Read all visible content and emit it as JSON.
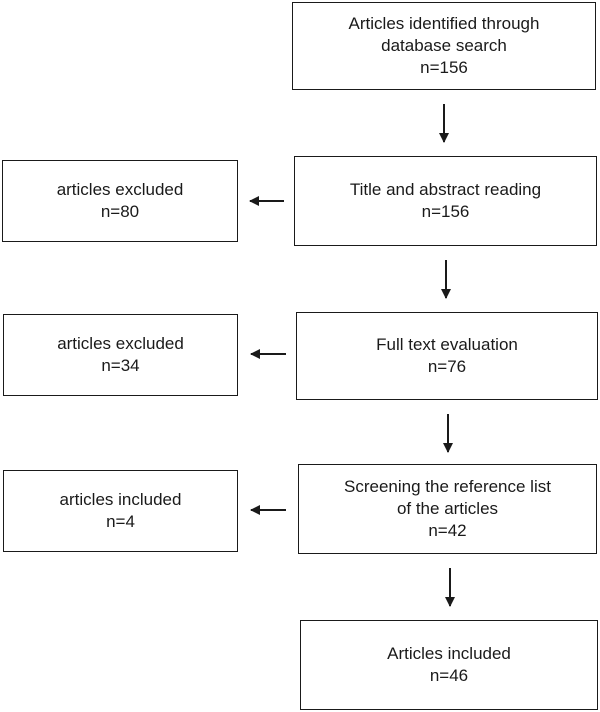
{
  "flow": {
    "main": [
      {
        "title": "Articles identified through database search",
        "title_line1": "Articles identified through",
        "title_line2": "database search",
        "count": "n=156"
      },
      {
        "title": "Title and abstract reading",
        "count": "n=156"
      },
      {
        "title": "Full text evaluation",
        "count": "n=76"
      },
      {
        "title_line1": "Screening the reference list",
        "title_line2": "of the articles",
        "count": "n=42"
      },
      {
        "title": "Articles included",
        "count": "n=46"
      }
    ],
    "side": [
      {
        "title": "articles excluded",
        "count": "n=80"
      },
      {
        "title": "articles excluded",
        "count": "n=34"
      },
      {
        "title": "articles included",
        "count": "n=4"
      }
    ]
  },
  "colors": {
    "line": "#1a1a1a",
    "background": "#ffffff"
  }
}
